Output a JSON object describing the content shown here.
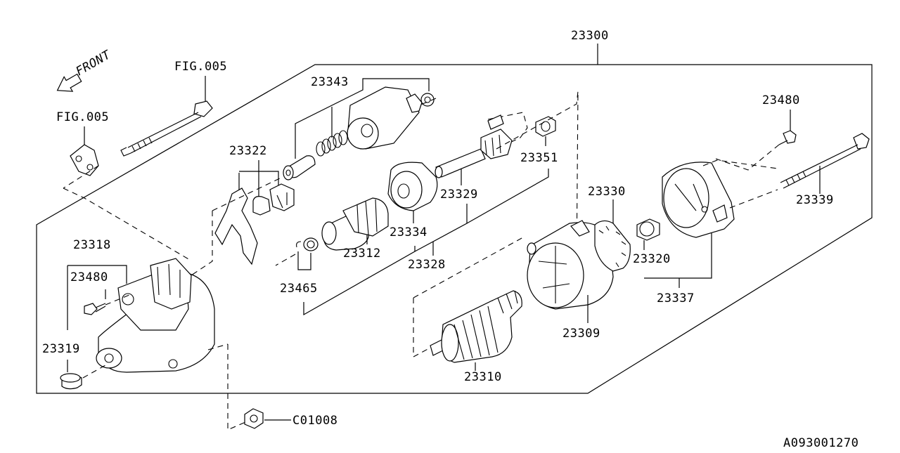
{
  "diagram": {
    "front_label": "FRONT",
    "code": "A093001270",
    "labels": {
      "assembly": "23300",
      "fig_bolt": "FIG.005",
      "fig_bracket": "FIG.005",
      "solenoid": "23343",
      "lever_kit": "23322",
      "shaft": "23329",
      "bushing_top": "23351",
      "bolt_top": "23480",
      "bolt_long": "23339",
      "yoke_brush": "23330",
      "housing_front": "23318",
      "bolt_front": "23480",
      "bushing_front": "23319",
      "gear_cover": "23334",
      "clutch": "23312",
      "gear_set": "23328",
      "clip": "23465",
      "bushing_rear": "23320",
      "rear_cover": "23337",
      "yoke": "23309",
      "armature": "23310",
      "nut": "C01008"
    }
  }
}
